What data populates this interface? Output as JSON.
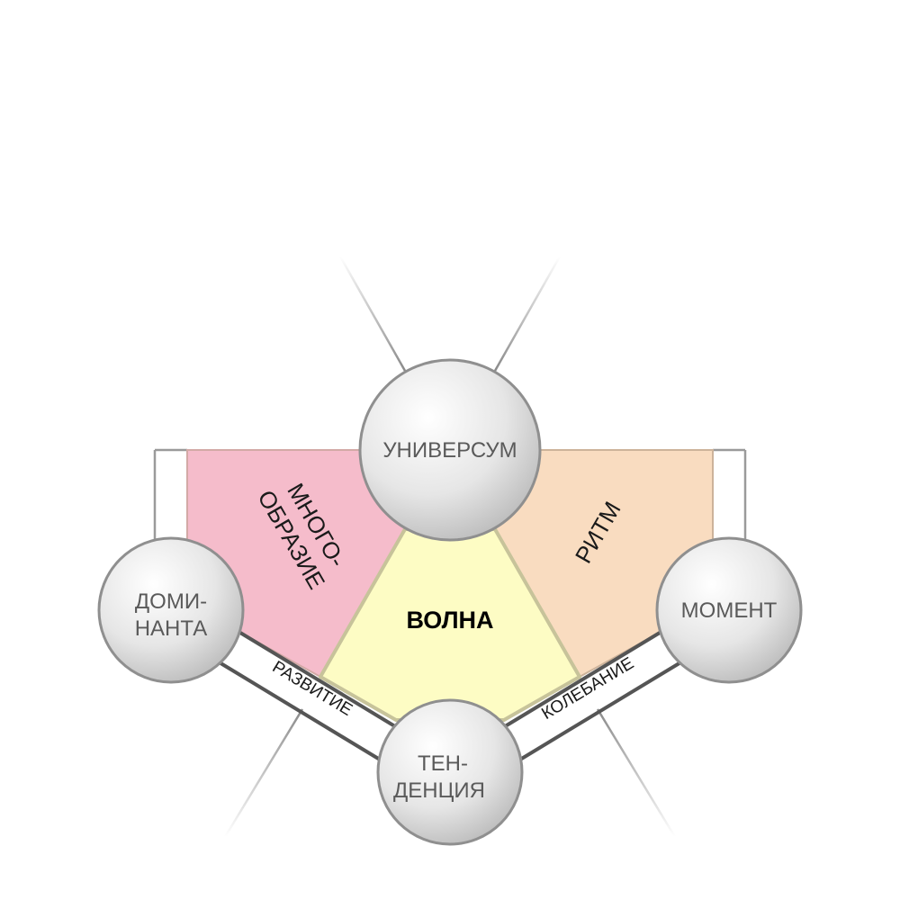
{
  "nodes": {
    "universum": "УНИВЕРСУМ",
    "dominanta_1": "ДОМИ-",
    "dominanta_2": "НАНТА",
    "moment": "МОМЕНТ",
    "tendentsiya_1": "ТЕН-",
    "tendentsiya_2": "ДЕНЦИЯ"
  },
  "regions": {
    "mnogoobrazie_1": "МНОГО-",
    "mnogoobrazie_2": "ОБРАЗИЕ",
    "ritm": "РИТМ",
    "volna": "ВОЛНА"
  },
  "edges": {
    "razvitie": "РАЗВИТИЕ",
    "kolebanie": "КОЛЕБАНИЕ"
  },
  "colors": {
    "pink": "#f5bccb",
    "peach": "#f9dcc0",
    "yellow": "#fdfcc4",
    "rail": "#555555",
    "sphere": "#d9d9d9"
  }
}
